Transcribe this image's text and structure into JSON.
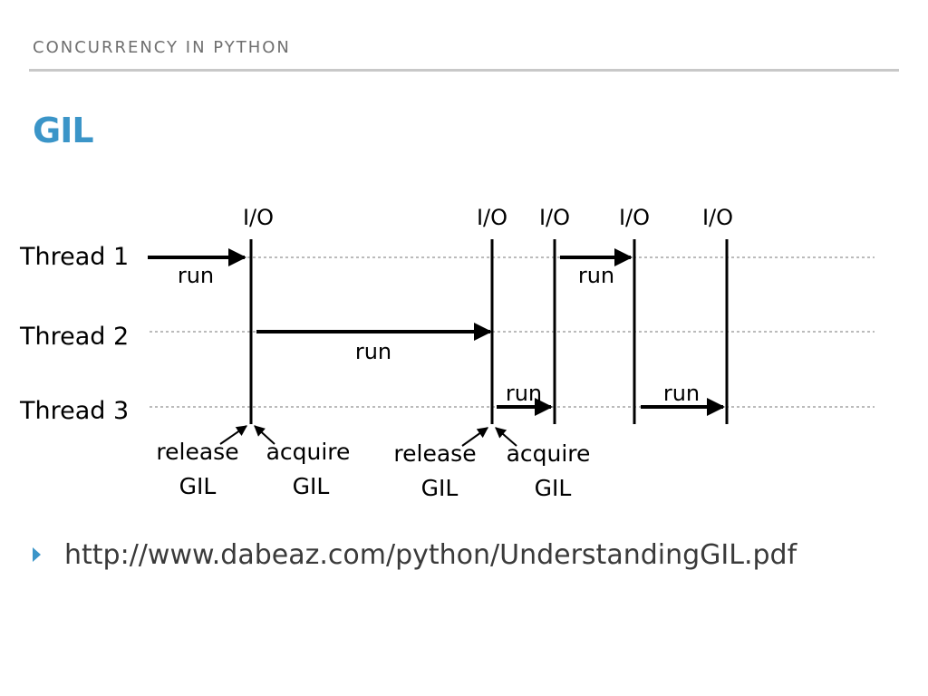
{
  "slide": {
    "section_header": "CONCURRENCY IN PYTHON",
    "title": "GIL",
    "bullet": "http://www.dabeaz.com/python/UnderstandingGIL.pdf"
  },
  "diagram": {
    "threads": [
      "Thread 1",
      "Thread 2",
      "Thread 3"
    ],
    "io_label": "I/O",
    "run_label": "run",
    "release_label": "release",
    "acquire_label": "acquire",
    "gil_label": "GIL"
  },
  "colors": {
    "accent": "#3b95c8",
    "header": "#6f6f6f",
    "text": "#3a3a3a"
  }
}
